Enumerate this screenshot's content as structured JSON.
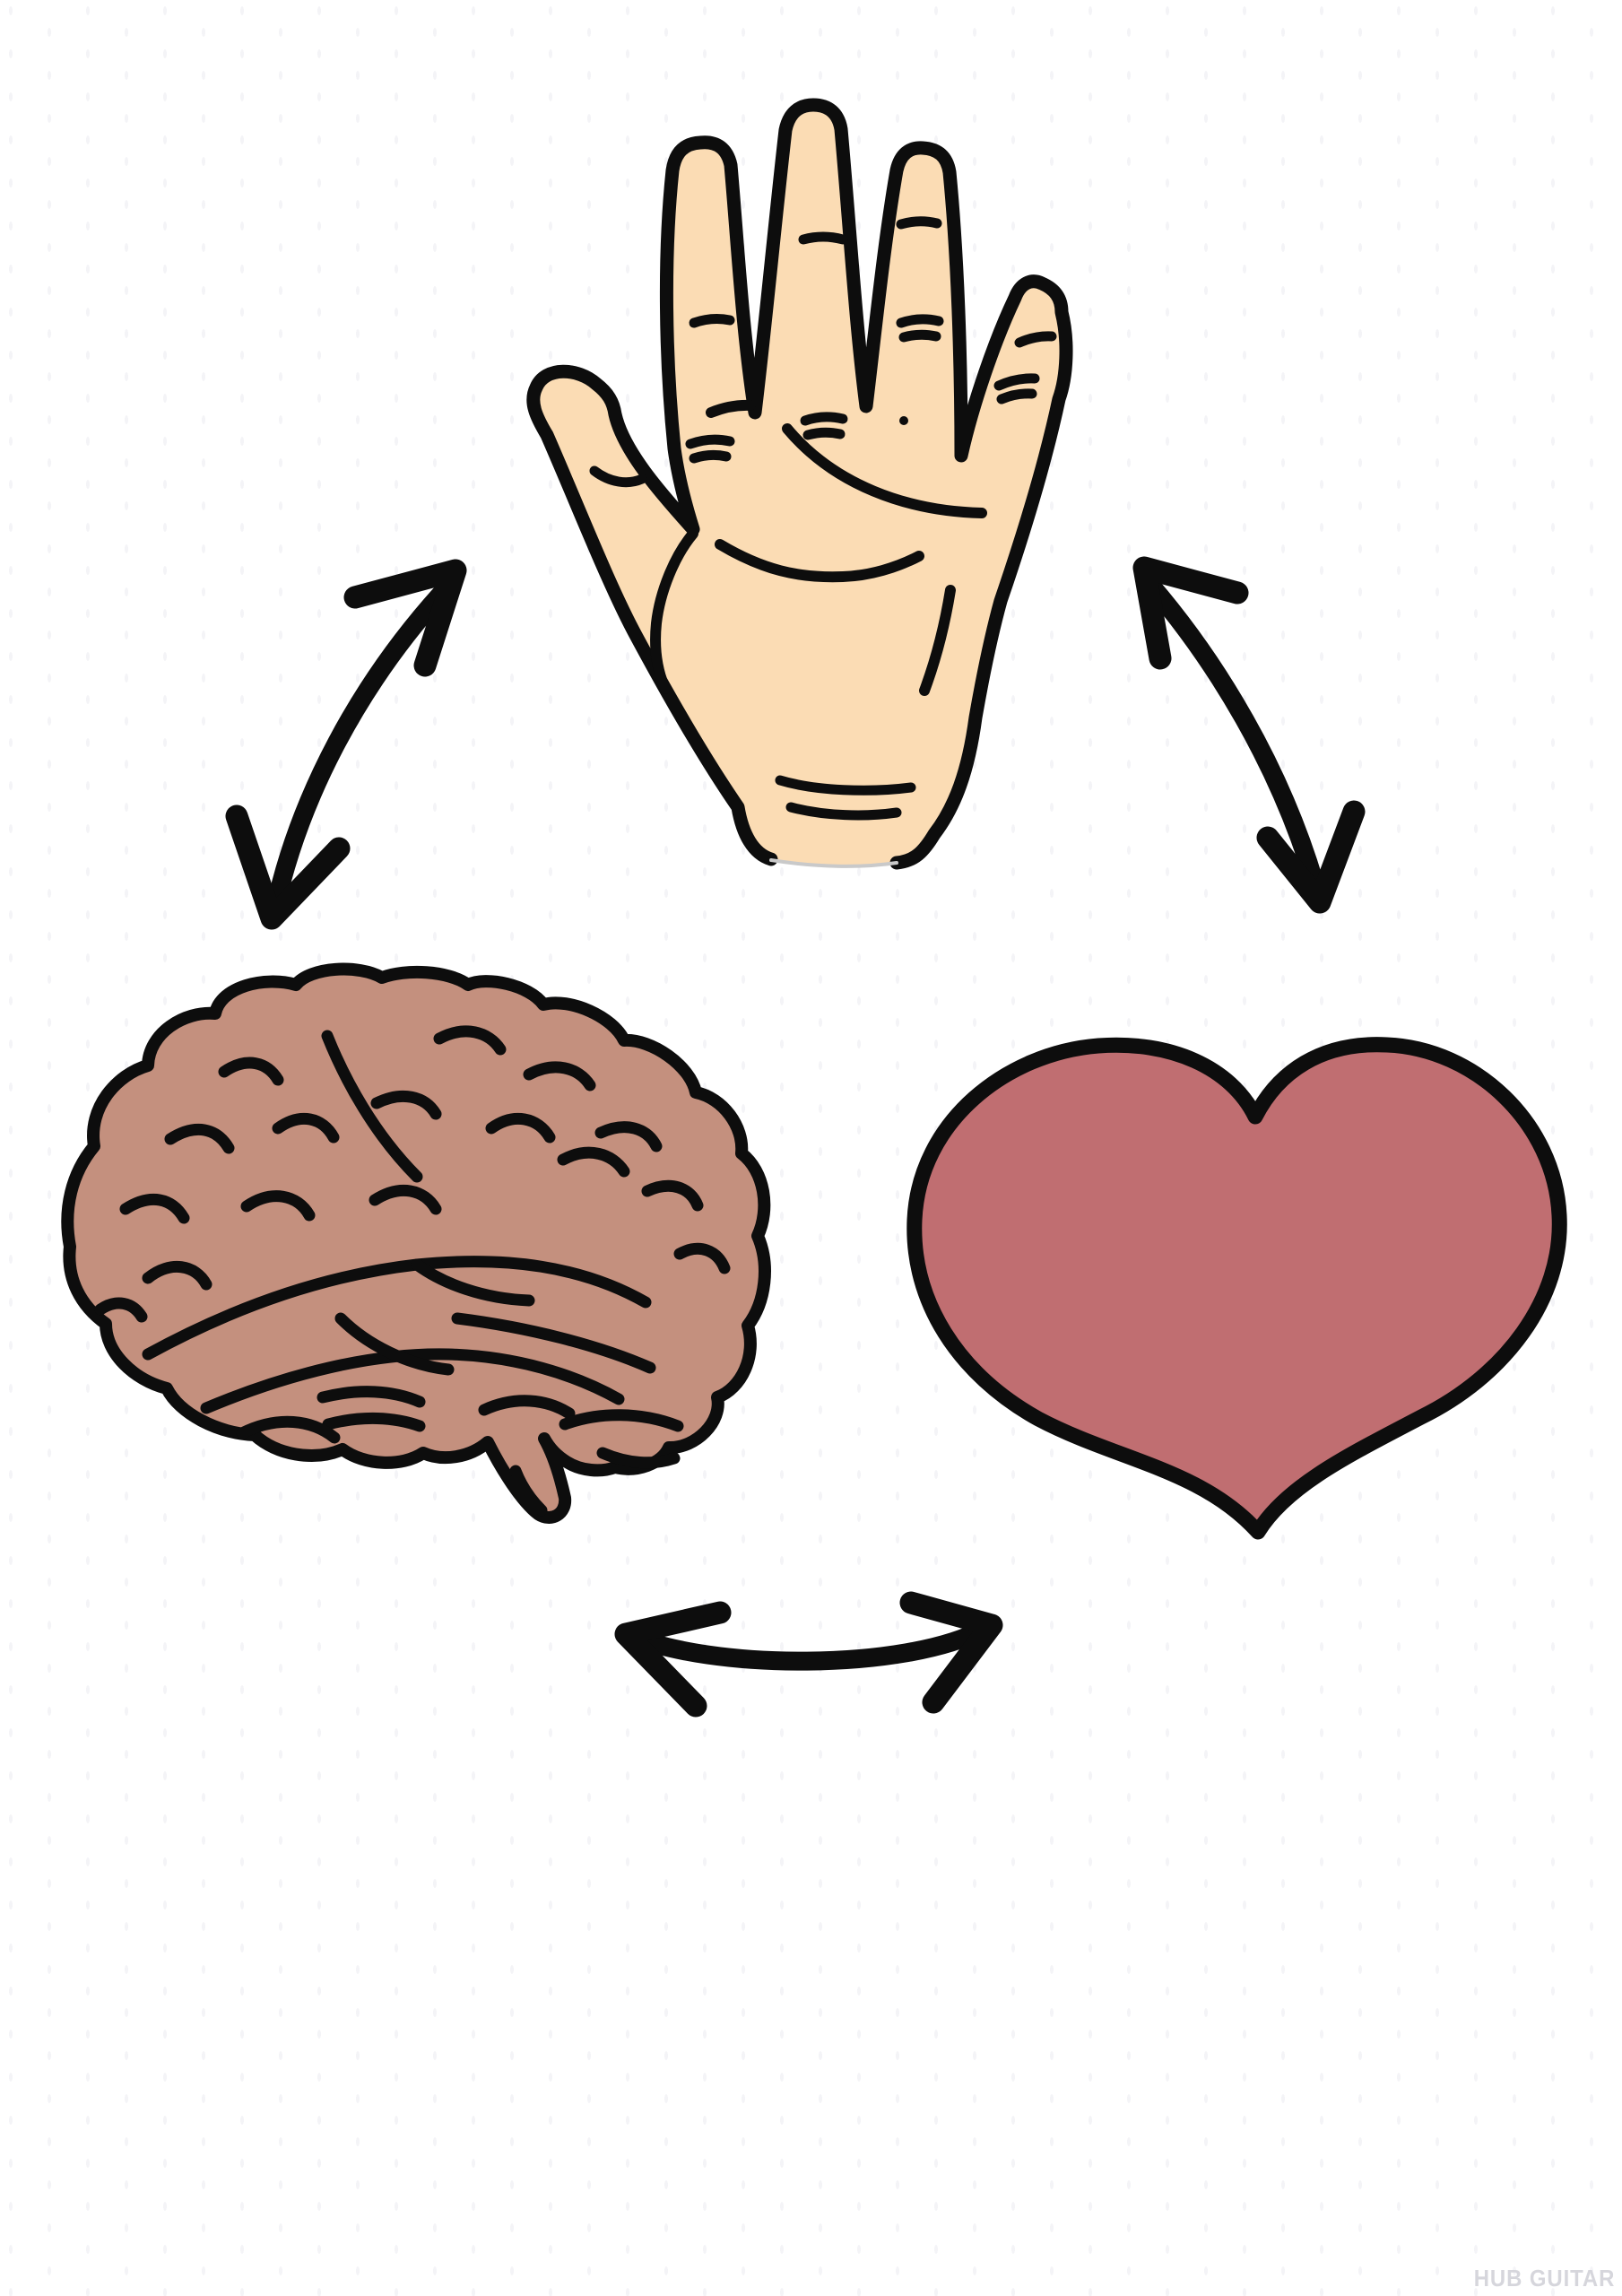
{
  "colors": {
    "background": "#ffffff",
    "background_dot": "#f4f4f7",
    "outline": "#0d0d0d",
    "hand": "#fbdcb4",
    "brain": "#c4907e",
    "heart": "#c06e71",
    "watermark": "#d6d6dc",
    "wrist_edge": "#c9c9c9"
  },
  "watermark": {
    "text": "HUB GUITAR"
  },
  "diagram": {
    "type": "cycle",
    "nodes": [
      {
        "id": "hand",
        "icon": "hand-icon",
        "position": "top-center"
      },
      {
        "id": "brain",
        "icon": "brain-icon",
        "position": "bottom-left"
      },
      {
        "id": "heart",
        "icon": "heart-icon",
        "position": "bottom-right"
      }
    ],
    "edges": [
      {
        "from": "hand",
        "to": "brain",
        "bidirectional": true,
        "style": "curved-double-headed-arrow"
      },
      {
        "from": "hand",
        "to": "heart",
        "bidirectional": true,
        "style": "curved-double-headed-arrow"
      },
      {
        "from": "brain",
        "to": "heart",
        "bidirectional": true,
        "style": "curved-double-headed-arrow"
      }
    ]
  }
}
